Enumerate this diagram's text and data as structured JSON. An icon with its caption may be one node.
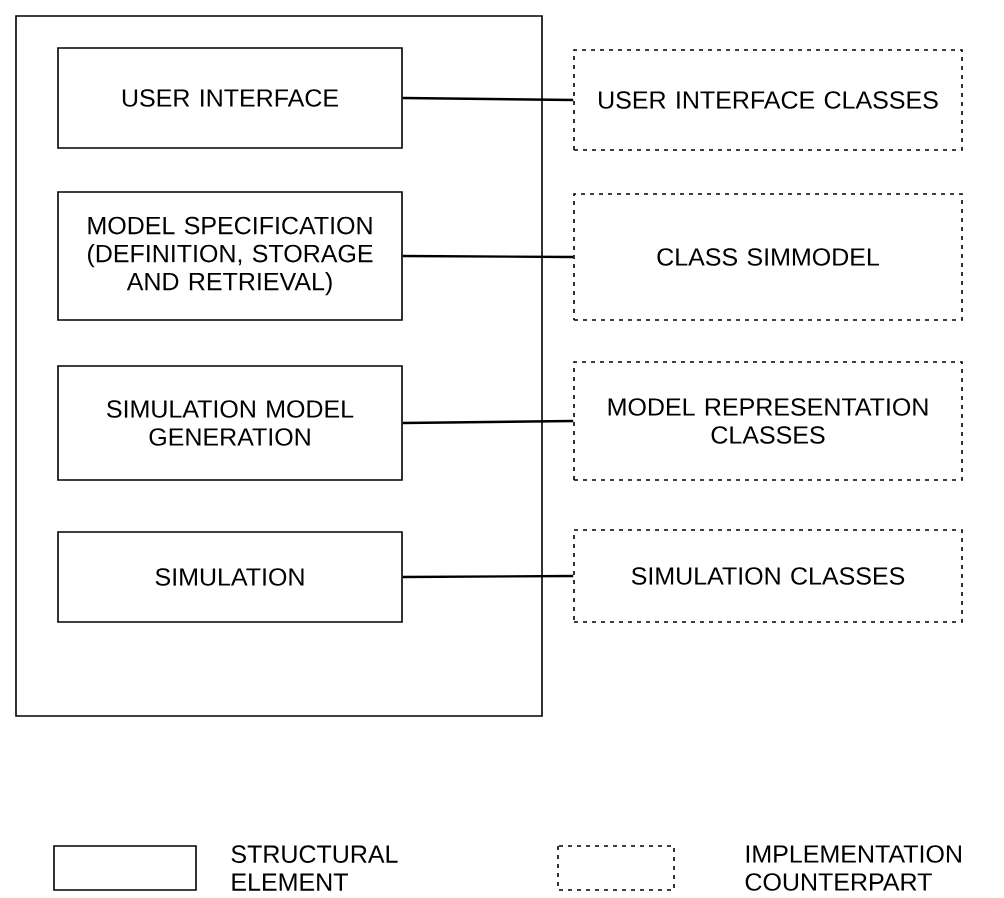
{
  "diagram": {
    "nodes": [
      {
        "text": [],
        "shape": "box"
      },
      {
        "text": [
          "USER INTERFACE"
        ],
        "in": 0
      },
      {
        "text": [
          "MODEL SPECIFICATION (DEFINITION, STORAGE AND RETRIEVAL)"
        ],
        "in": 0
      },
      {
        "text": [
          "SIMULATION MODEL GENERATION"
        ],
        "in": 0
      },
      {
        "text": [
          "SIMULATION"
        ],
        "in": 0
      },
      {
        "text": [
          "USER INTERFACE CLASSES"
        ]
      },
      {
        "text": [
          "CLASS SIMMODEL"
        ]
      },
      {
        "text": [
          "MODEL REPRESENTATION CLASSES"
        ]
      },
      {
        "text": [
          "SIMULATION CLASSES"
        ]
      }
    ],
    "edges": [
      {
        "from": 1,
        "to": 5,
        "arrow": "none"
      },
      {
        "from": 2,
        "to": 6,
        "arrow": "none"
      },
      {
        "from": 3,
        "to": 7,
        "arrow": "none"
      },
      {
        "from": 4,
        "to": 8,
        "arrow": "none"
      }
    ],
    "legend": [
      {
        "text": "STRUCTURAL ELEMENT"
      },
      {
        "text": "IMPLEMENTATION COUNTERPART"
      }
    ]
  }
}
